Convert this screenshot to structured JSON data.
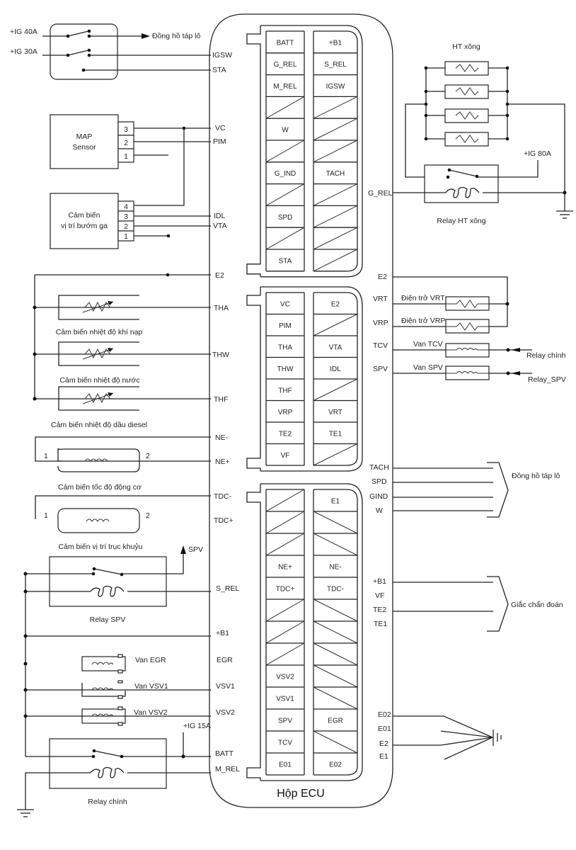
{
  "diagram": {
    "title": "Hộp ECU",
    "ignition_switch": {
      "supplies": [
        "+IG 40A",
        "+IG 30A"
      ],
      "output_label": "Đồng hồ táp lô"
    },
    "ecu_left_pins": [
      "IGSW",
      "STA",
      "VC",
      "PIM",
      "IDL",
      "VTA",
      "E2",
      "THA",
      "THW",
      "THF",
      "NE-",
      "NE+",
      "TDC-",
      "TDC+",
      "S_REL",
      "+B1",
      "EGR",
      "VSV1",
      "VSV2",
      "BATT",
      "M_REL"
    ],
    "ecu_right_pins": [
      "G_REL",
      "E2",
      "VRT",
      "VRP",
      "TCV",
      "SPV",
      "TACH",
      "SPD",
      "GIND",
      "W",
      "+B1",
      "VF",
      "TE2",
      "TE1",
      "E02",
      "E01",
      "E2",
      "E1"
    ],
    "connector1": {
      "left": [
        "BATT",
        "G_REL",
        "M_REL",
        "",
        "W",
        "",
        "G_IND",
        "",
        "SPD",
        "",
        "STA"
      ],
      "right": [
        "+B1",
        "S_REL",
        "IGSW",
        "",
        "",
        "",
        "TACH",
        "",
        "",
        "",
        ""
      ]
    },
    "connector2": {
      "left": [
        "VC",
        "PIM",
        "THA",
        "THW",
        "THF",
        "VRP",
        "TE2",
        "VF"
      ],
      "right": [
        "E2",
        "",
        "VTA",
        "IDL",
        "",
        "VRT",
        "TE1",
        ""
      ]
    },
    "connector3": {
      "left": [
        "",
        "",
        "",
        "NE+",
        "TDC+",
        "",
        "",
        "",
        "VSV2",
        "VSV1",
        "SPV",
        "TCV",
        "E01"
      ],
      "right": [
        "E1",
        "",
        "",
        "NE-",
        "TDC-",
        "",
        "",
        "",
        "",
        "",
        "EGR",
        "",
        "E02"
      ]
    },
    "components": {
      "map_sensor": {
        "name": "MAP Sensor",
        "name_line1": "MAP",
        "name_line2": "Sensor",
        "pins": [
          "3",
          "2",
          "1"
        ]
      },
      "throttle_sensor": {
        "name_line1": "Cảm biến",
        "name_line2": "vị trí bướm ga",
        "pins": [
          "4",
          "3",
          "2",
          "1"
        ]
      },
      "intake_temp_sensor": "Cảm biến nhiệt độ khí nạp",
      "coolant_temp_sensor": "Cảm biến nhiệt độ nước",
      "fuel_temp_sensor": "Cảm biến nhiệt độ dầu diesel",
      "engine_speed_sensor": {
        "name": "Cảm biến tốc độ động cơ",
        "pin1": "1",
        "pin2": "2"
      },
      "crank_sensor": {
        "name": "Cảm biến vị trí trục khuỷu",
        "pin1": "1",
        "pin2": "2"
      },
      "relay_spv": {
        "name": "Relay SPV",
        "output": "SPV"
      },
      "van_egr": "Van EGR",
      "van_vsv1": "Van VSV1",
      "van_vsv2": "Van VSV2",
      "relay_main": {
        "name": "Relay chính",
        "supply": "+IG 15A"
      },
      "glow_plugs": {
        "name": "HT xông",
        "count": 4
      },
      "glow_relay": {
        "name": "Relay HT xông",
        "supply": "+IG 80A"
      },
      "resistor_vrt": "Điện trở VRT",
      "resistor_vrp": "Điện trở VRP",
      "van_tcv": {
        "name": "Van TCV",
        "feed": "Relay chính"
      },
      "van_spv": {
        "name": "Van SPV",
        "feed": "Relay_SPV"
      },
      "dashboard_group": "Đồng hồ táp lô",
      "diagnostic_group": "Giắc chẩn đoán"
    }
  }
}
